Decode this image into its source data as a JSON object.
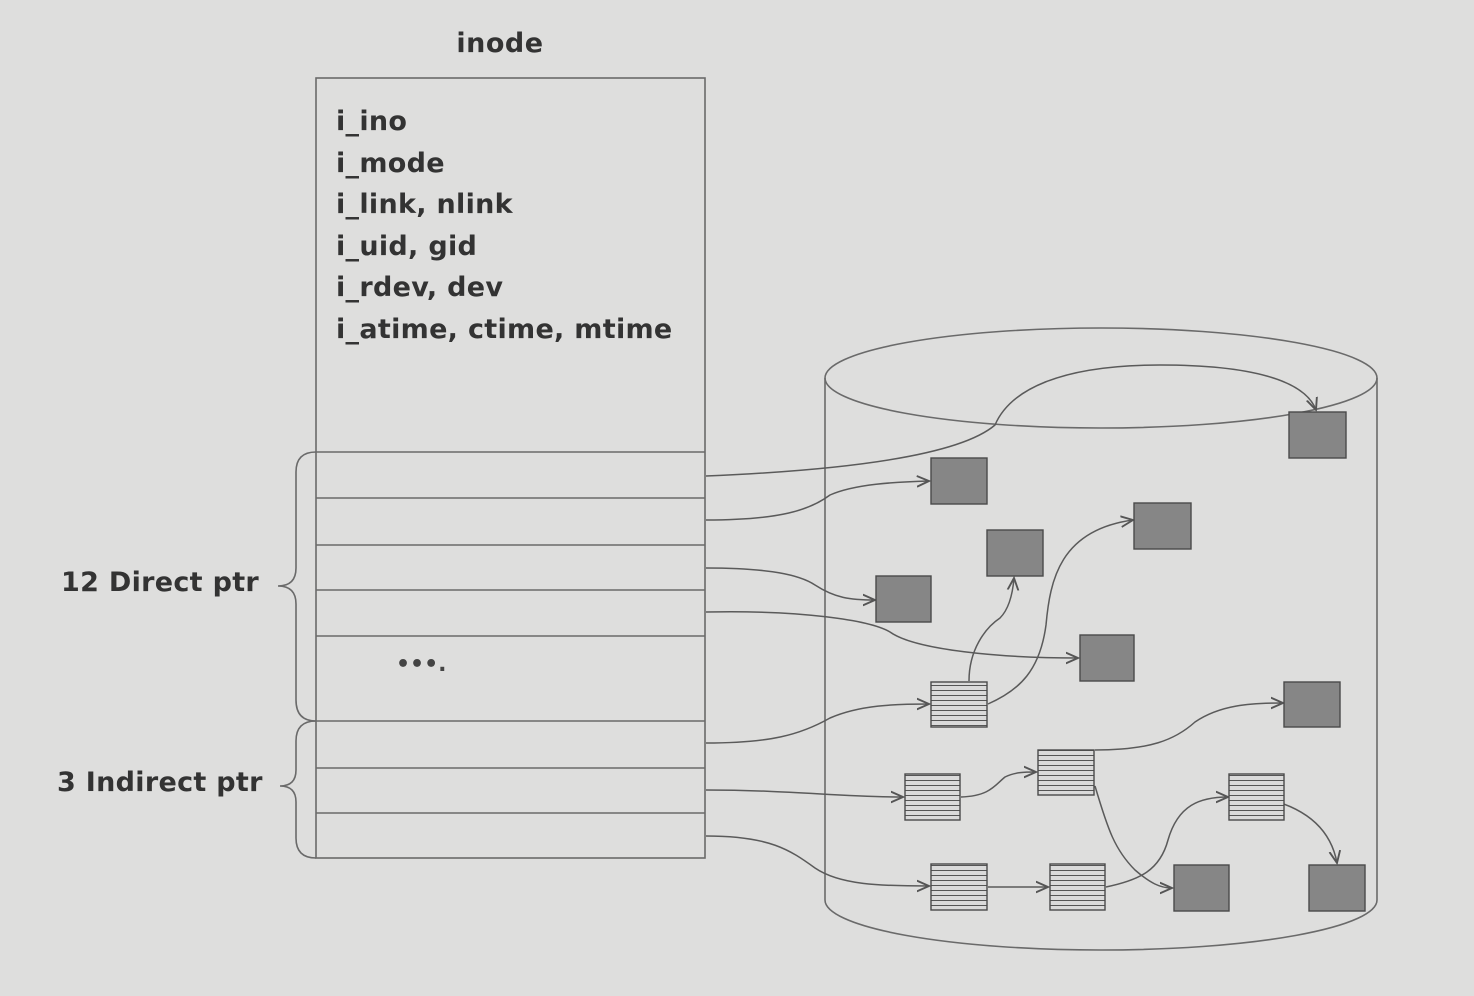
{
  "inode": {
    "title": "inode",
    "fields": [
      "i_ino",
      "i_mode",
      "i_link, nlink",
      "i_uid, gid",
      "i_rdev, dev",
      "i_atime, ctime, mtime"
    ],
    "ellipsis": "•••."
  },
  "pointer_groups": {
    "direct_label": "12 Direct ptr",
    "indirect_label": "3 Indirect ptr"
  },
  "colors": {
    "background": "#dededd",
    "line": "#666666",
    "data_block": "#868686",
    "index_block": "#d6d6d6"
  },
  "block_types": {
    "data_block": "filled-square",
    "index_block": "striped-square"
  }
}
